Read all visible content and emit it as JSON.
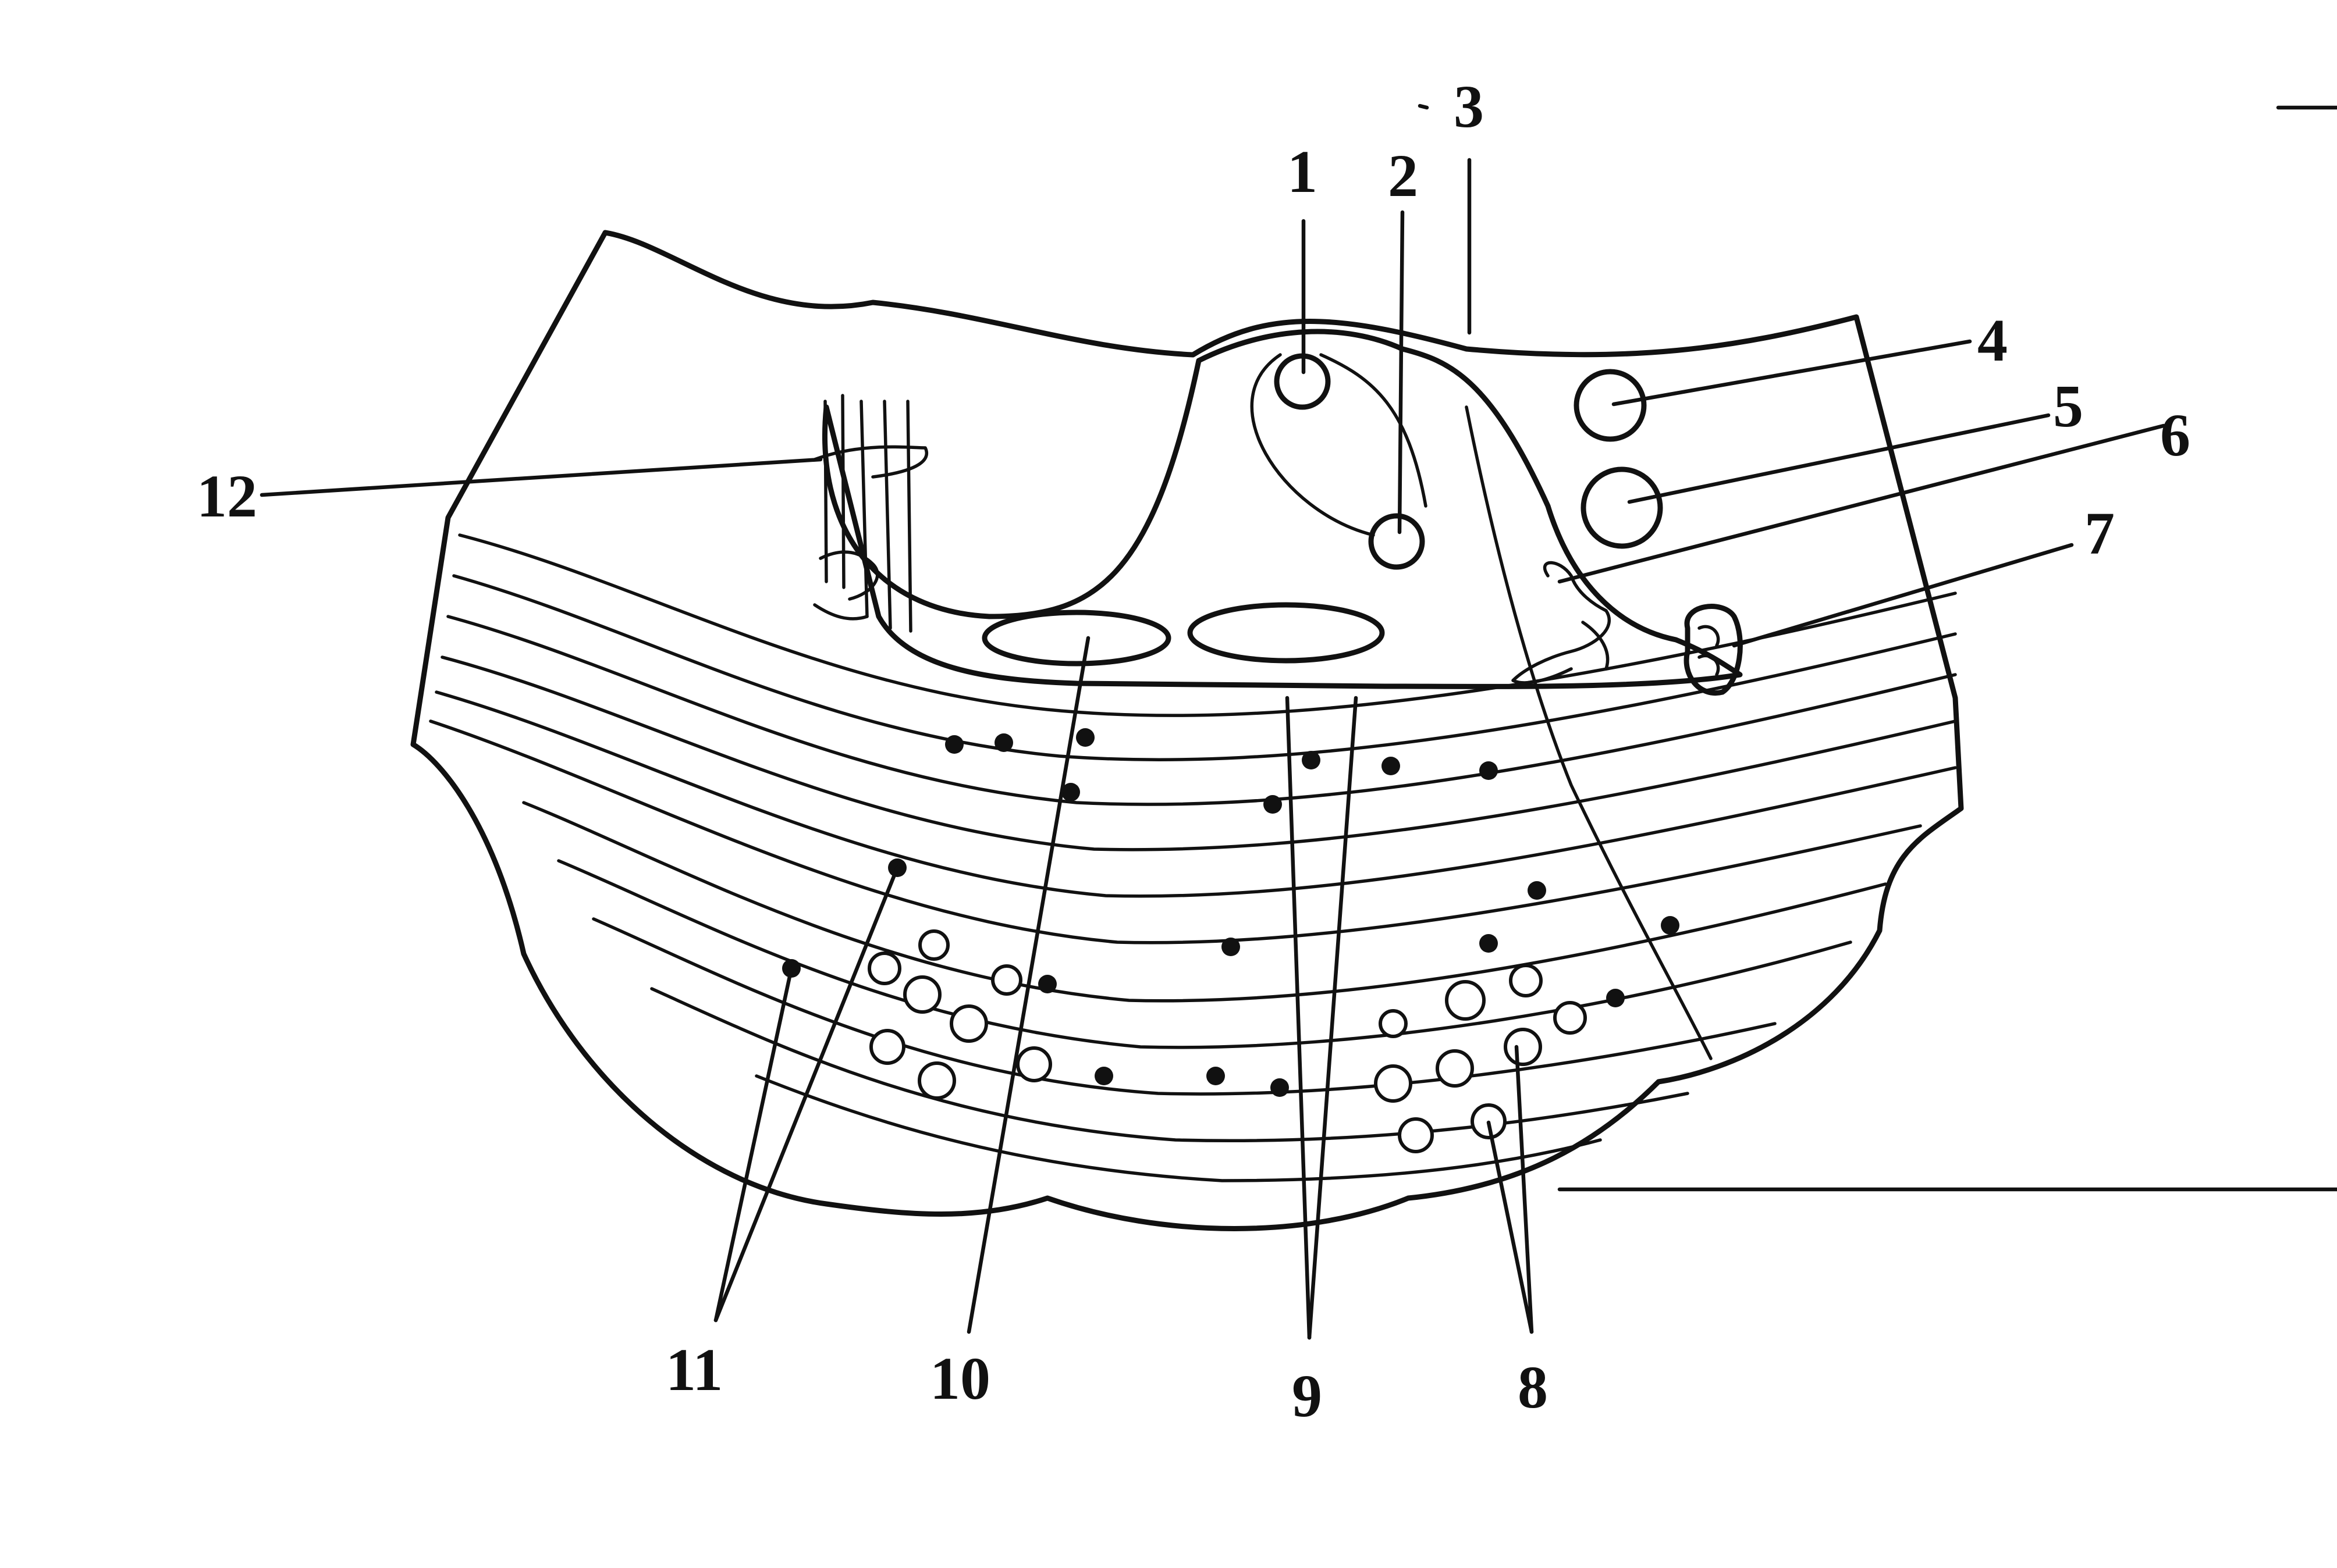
{
  "diagram": {
    "labels": [
      {
        "id": "1",
        "text": "1"
      },
      {
        "id": "2",
        "text": "2"
      },
      {
        "id": "3",
        "text": "3"
      },
      {
        "id": "4",
        "text": "4"
      },
      {
        "id": "5",
        "text": "5"
      },
      {
        "id": "6",
        "text": "6"
      },
      {
        "id": "7",
        "text": "7"
      },
      {
        "id": "8",
        "text": "8"
      },
      {
        "id": "9",
        "text": "9"
      },
      {
        "id": "10",
        "text": "10"
      },
      {
        "id": "11",
        "text": "11"
      },
      {
        "id": "12",
        "text": "12"
      }
    ]
  }
}
